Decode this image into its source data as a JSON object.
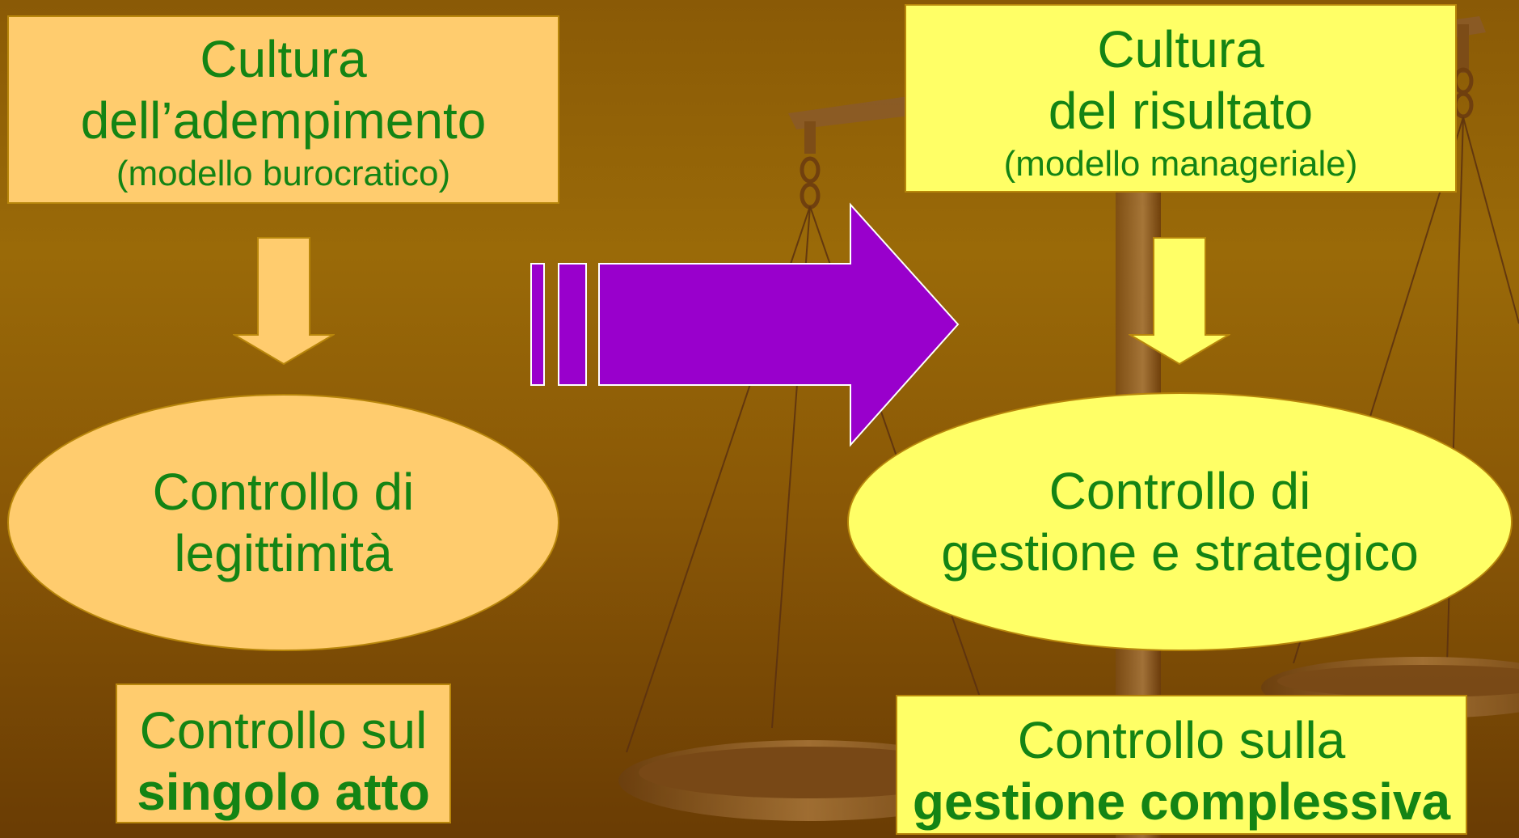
{
  "left": {
    "culture_line1": "Cultura",
    "culture_line2": "dell’adempimento",
    "culture_line3": "(modello burocratico)",
    "control_line1": "Controllo di",
    "control_line2": "legittimità",
    "scope_line1": "Controllo sul",
    "scope_line2": "singolo atto"
  },
  "right": {
    "culture_line1": "Cultura",
    "culture_line2": "del risultato",
    "culture_line3": "(modello manageriale)",
    "control_line1": "Controllo di",
    "control_line2": "gestione e strategico",
    "scope_line1": "Controllo sulla",
    "scope_line2": "gestione complessiva"
  },
  "colors": {
    "left_fill": "#ffcc6e",
    "right_fill": "#ffff66",
    "text": "#148414",
    "transition_arrow": "#9900cc"
  }
}
